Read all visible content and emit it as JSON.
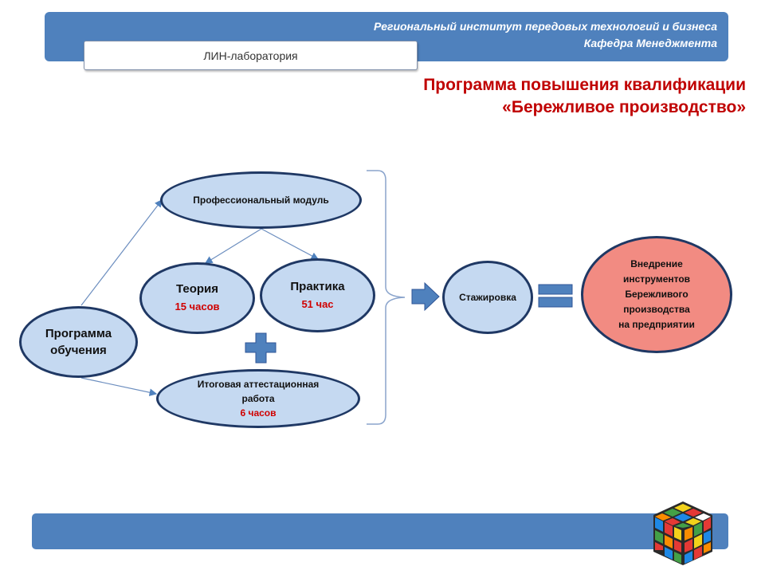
{
  "header": {
    "institute": "Региональный институт передовых технологий и бизнеса",
    "department": "Кафедра Менеджмента",
    "lab": "ЛИН-лаборатория"
  },
  "program_title": {
    "line1": "Программа повышения квалификации",
    "line2": "«Бережливое производство»"
  },
  "nodes": {
    "program": {
      "line1": "Программа",
      "line2": "обучения"
    },
    "module": {
      "label": "Профессиональный модуль"
    },
    "theory": {
      "label": "Теория",
      "hours": "15 часов"
    },
    "practice": {
      "label": "Практика",
      "hours": "51 час"
    },
    "final": {
      "line1": "Итоговая аттестационная",
      "line2": "работа",
      "hours": "6 часов"
    },
    "internship": {
      "label": "Стажировка"
    },
    "result": {
      "line1": "Внедрение",
      "line2": "инструментов",
      "line3": "Бережливого",
      "line4": "производства",
      "line5": "на предприятии"
    }
  },
  "colors": {
    "header_blue": "#4f81bd",
    "node_fill": "#c5d9f1",
    "node_border": "#1f3864",
    "result_fill": "#f28b82",
    "accent_red": "#c00000",
    "symbol_blue": "#4f81bd"
  },
  "icons": {
    "plus": "plus-icon",
    "arrow": "arrow-right-icon",
    "equals": "equals-icon",
    "brace": "bracket-icon",
    "cube": "rubiks-cube-icon"
  }
}
